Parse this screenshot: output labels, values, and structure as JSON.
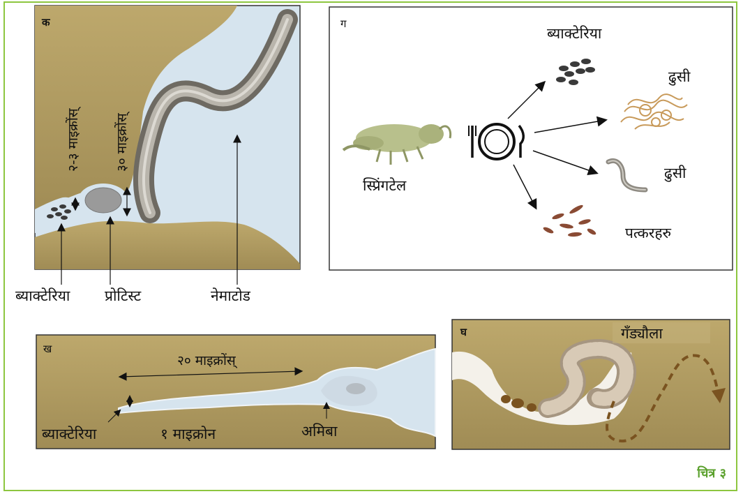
{
  "panel_ka": {
    "letter": "क",
    "size_small": "२-३ माइक्रोंस्",
    "size_large": "३० माइक्रोंस्",
    "label_bacteria": "ब्याक्टेरिया",
    "label_protist": "प्रोटिस्ट",
    "label_nematode": "नेमाटोड"
  },
  "panel_ga": {
    "letter": "ग",
    "label_springtail": "स्प्रिंगटेल",
    "label_bacteria": "ब्याक्टेरिया",
    "label_fungi_1": "ढुसी",
    "label_fungi_2": "ढुसी",
    "label_leaves": "पत्करहरु"
  },
  "panel_kha": {
    "letter": "ख",
    "size_long": "२० माइक्रोंस्",
    "label_bacteria": "ब्याक्टेरिया",
    "size_small": "१ माइक्रोन",
    "label_amoeba": "अमिबा"
  },
  "panel_gha": {
    "letter": "घ",
    "label_earthworm": "गँड्यौला"
  },
  "caption": "चित्र ३",
  "colors": {
    "soil": "#b19c63",
    "soil_dark": "#8b7744",
    "water": "#d6e4ee",
    "border": "#8dc63f",
    "caption": "#5aa02c",
    "worm": "#8f8a80",
    "earthworm": "#c7b8a3"
  }
}
